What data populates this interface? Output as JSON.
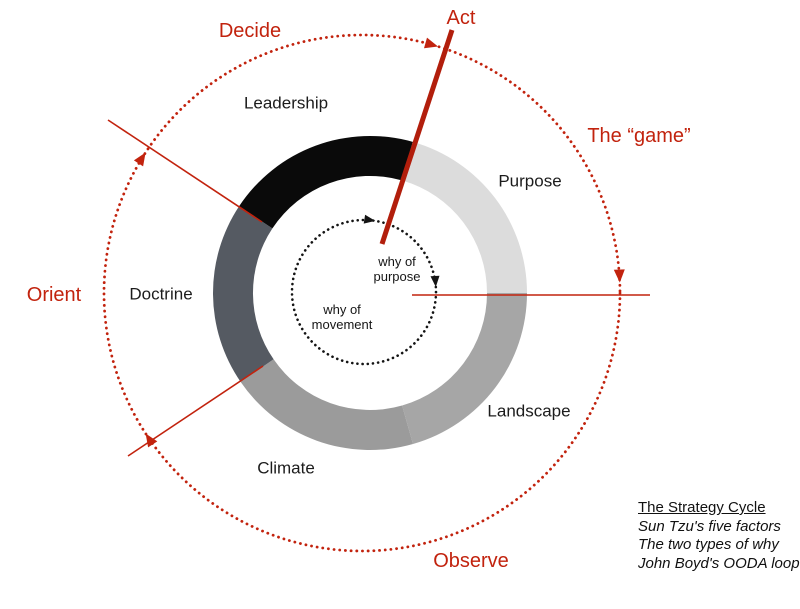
{
  "colors": {
    "red": "#c2230e",
    "red_thick_line": "#b21e0c",
    "inner_dotted_black": "#141414",
    "segment_leadership": "#0a0a0a",
    "segment_doctrine": "#555a62",
    "segment_climate": "#9b9b9b",
    "segment_landscape": "#a6a6a6",
    "segment_purpose": "#dcdcdc"
  },
  "ooda": {
    "decide": "Decide",
    "act": "Act",
    "game": "The “game”",
    "orient": "Orient",
    "observe": "Observe"
  },
  "factors": {
    "leadership": "Leadership",
    "purpose": "Purpose",
    "doctrine": "Doctrine",
    "climate": "Climate",
    "landscape": "Landscape"
  },
  "why": {
    "purpose_line1": "why of",
    "purpose_line2": "purpose",
    "movement_line1": "why of",
    "movement_line2": "movement"
  },
  "legend": {
    "title": "The Strategy Cycle",
    "line1": "Sun Tzu's five factors",
    "line2": "The two types of why",
    "line3": "John Boyd's OODA loop"
  }
}
